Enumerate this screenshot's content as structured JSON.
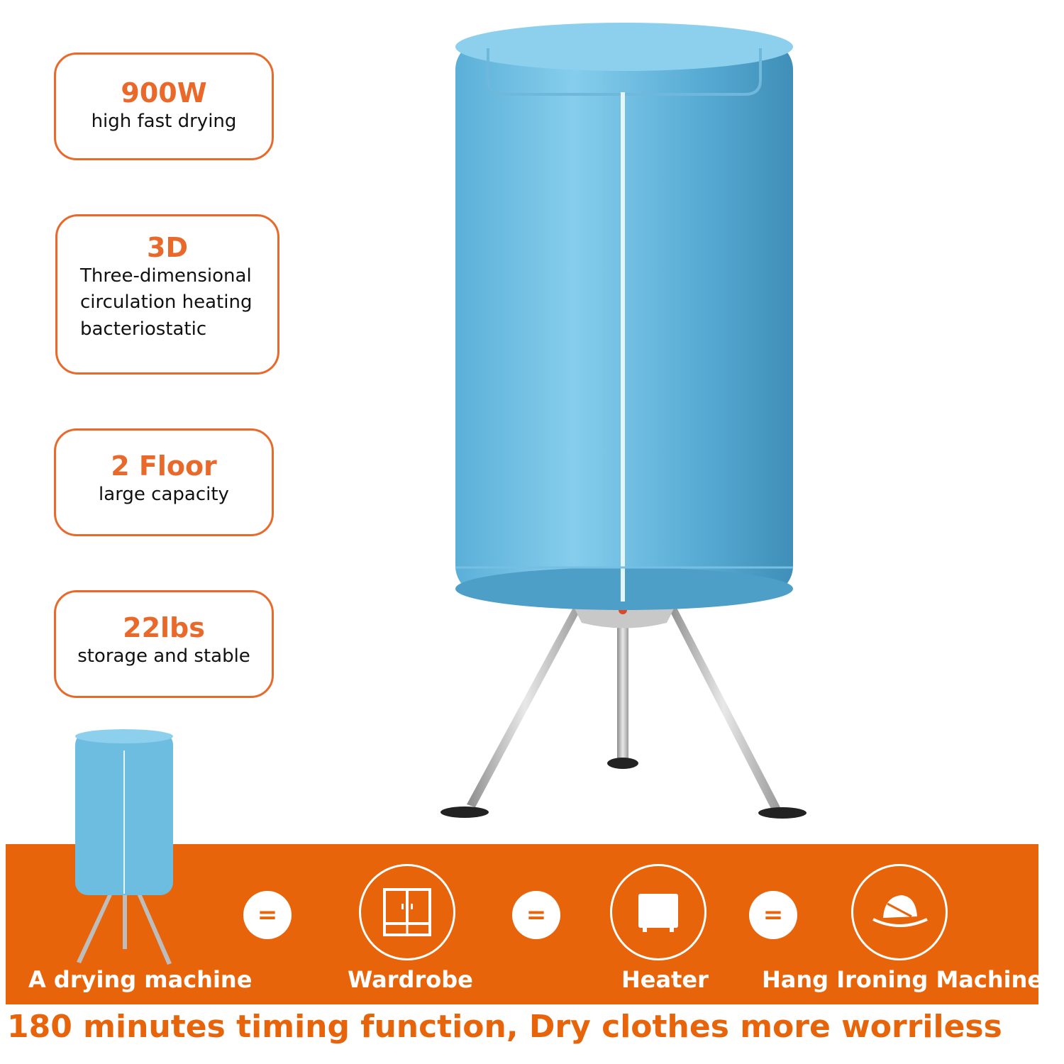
{
  "features": [
    {
      "title": "900W",
      "lines": [
        "high fast drying"
      ]
    },
    {
      "title": "3D",
      "lines": [
        "Three-dimensional",
        "circulation heating",
        "bacteriostatic"
      ]
    },
    {
      "title": "2 Floor",
      "lines": [
        "large capacity"
      ]
    },
    {
      "title": "22lbs",
      "lines": [
        "storage and stable"
      ]
    }
  ],
  "equation": {
    "items": [
      {
        "label": "A drying machine",
        "icon": "drying-machine"
      },
      {
        "label": "Wardrobe",
        "icon": "wardrobe-icon"
      },
      {
        "label": "Heater",
        "icon": "heater-icon"
      },
      {
        "label": "Hang Ironing Machine",
        "icon": "steamer-icon"
      }
    ],
    "operator": "="
  },
  "tagline": "180 minutes timing function, Dry clothes more worriless",
  "colors": {
    "accent": "#e8692a",
    "band": "#e8640a",
    "product": "#6cbde0"
  }
}
